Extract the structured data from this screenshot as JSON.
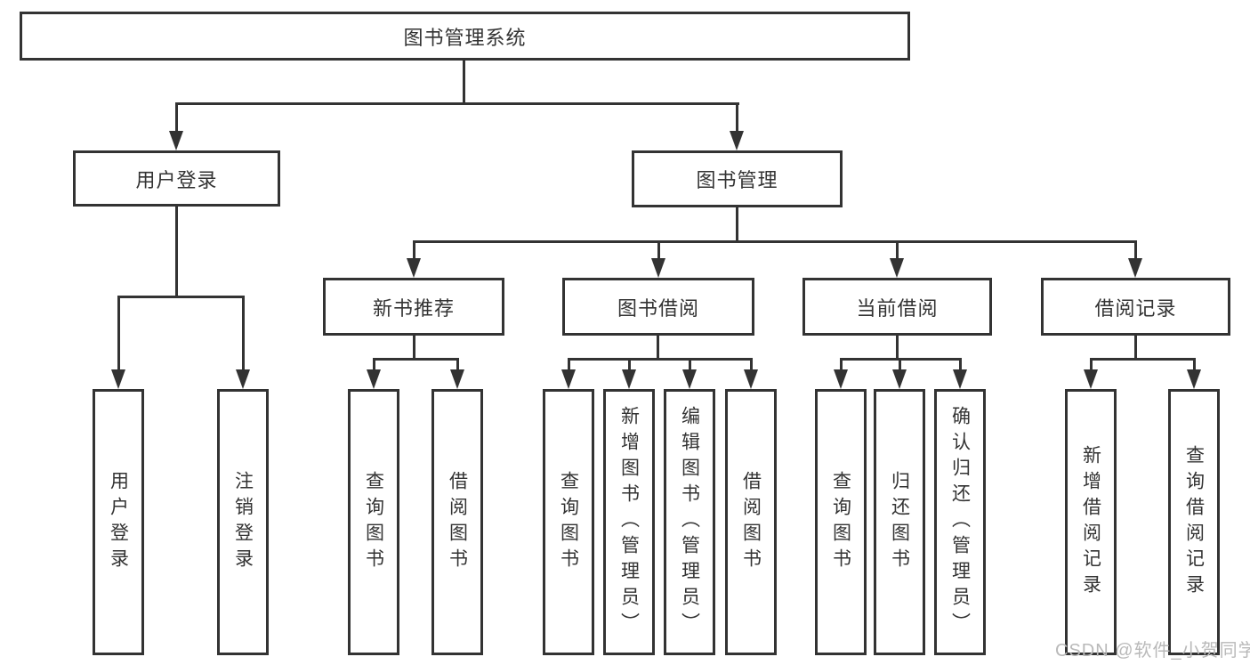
{
  "diagram": {
    "root": {
      "label": "图书管理系统"
    },
    "branches": [
      {
        "label": "用户登录",
        "children": [
          {
            "label": "用户登录"
          },
          {
            "label": "注销登录"
          }
        ]
      },
      {
        "label": "图书管理",
        "children": [
          {
            "label": "新书推荐",
            "children": [
              {
                "label": "查询图书"
              },
              {
                "label": "借阅图书"
              }
            ]
          },
          {
            "label": "图书借阅",
            "children": [
              {
                "label": "查询图书"
              },
              {
                "label": "新增图书（管理员）"
              },
              {
                "label": "编辑图书（管理员）"
              },
              {
                "label": "借阅图书"
              }
            ]
          },
          {
            "label": "当前借阅",
            "children": [
              {
                "label": "查询图书"
              },
              {
                "label": "归还图书"
              },
              {
                "label": "确认归还（管理员）"
              }
            ]
          },
          {
            "label": "借阅记录",
            "children": [
              {
                "label": "新增借阅记录"
              },
              {
                "label": "查询借阅记录"
              }
            ]
          }
        ]
      }
    ]
  },
  "watermark": {
    "text": "CSDN @软件_小贺同学"
  },
  "colors": {
    "line": "#333333",
    "text": "#333333",
    "watermark": "#b9b9b9",
    "background": "#ffffff"
  }
}
